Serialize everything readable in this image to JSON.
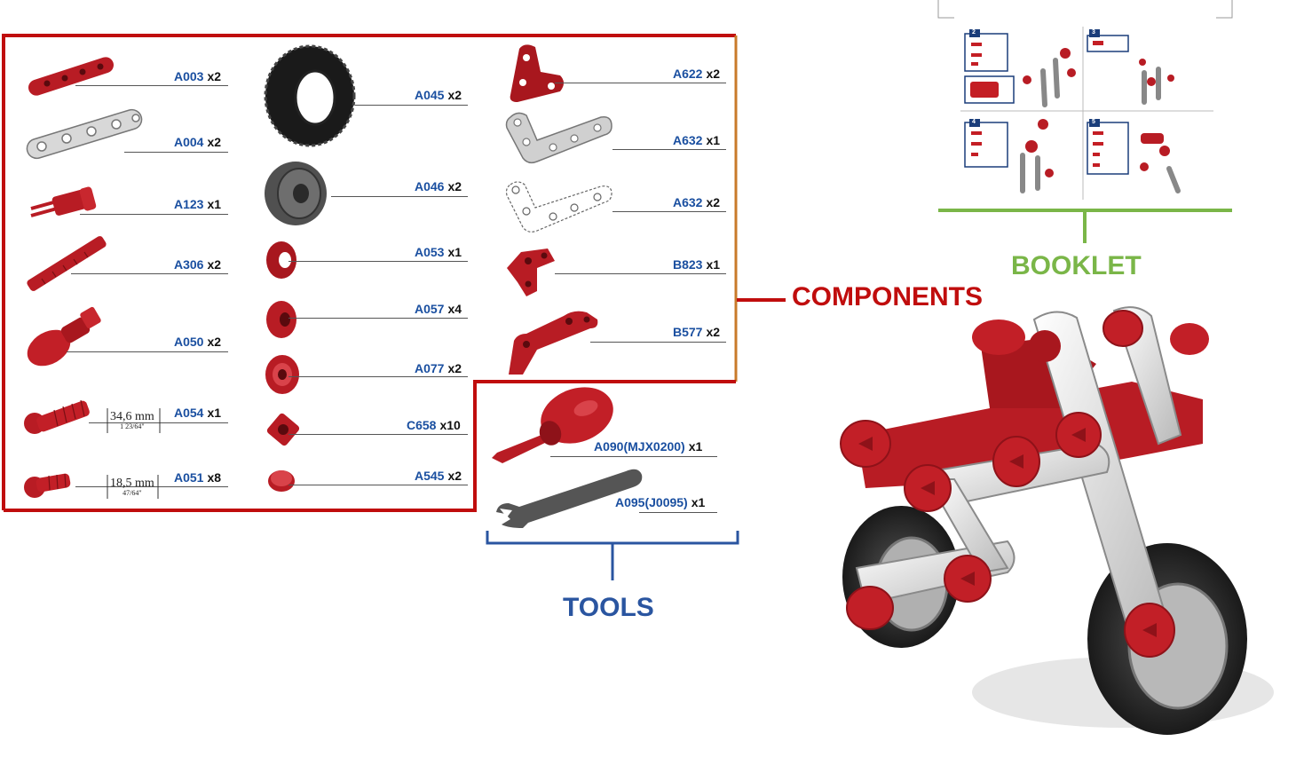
{
  "labels": {
    "components": "COMPONENTS",
    "tools": "TOOLS",
    "booklet": "BOOKLET"
  },
  "colors": {
    "components": "#c00d0d",
    "tools": "#2a55a0",
    "booklet": "#7ab648",
    "part_red": "#b81c24",
    "code_blue": "#1a4fa0"
  },
  "components": {
    "col1": [
      {
        "code": "A003",
        "qty": "x2",
        "icon": "short-strip-red"
      },
      {
        "code": "A004",
        "qty": "x2",
        "icon": "long-strip-silver"
      },
      {
        "code": "A123",
        "qty": "x1",
        "icon": "pin-red"
      },
      {
        "code": "A306",
        "qty": "x2",
        "icon": "axle-red"
      },
      {
        "code": "A050",
        "qty": "x2",
        "icon": "handle-grip-red"
      },
      {
        "code": "A054",
        "qty": "x1",
        "icon": "long-screw-red",
        "dim_main": "34,6 mm",
        "dim_sub": "1 23/64\""
      },
      {
        "code": "A051",
        "qty": "x8",
        "icon": "short-screw-red",
        "dim_main": "18,5 mm",
        "dim_sub": "47/64\""
      }
    ],
    "col2": [
      {
        "code": "A045",
        "qty": "x2",
        "icon": "tire-black"
      },
      {
        "code": "A046",
        "qty": "x2",
        "icon": "rim-grey"
      },
      {
        "code": "A053",
        "qty": "x1",
        "icon": "washer-red"
      },
      {
        "code": "A057",
        "qty": "x4",
        "icon": "spacer-red"
      },
      {
        "code": "A077",
        "qty": "x2",
        "icon": "ring-red"
      },
      {
        "code": "C658",
        "qty": "x10",
        "icon": "square-nut-red"
      },
      {
        "code": "A545",
        "qty": "x2",
        "icon": "collar-red"
      }
    ],
    "col3": [
      {
        "code": "A622",
        "qty": "x2",
        "icon": "corner-plate-red"
      },
      {
        "code": "A632",
        "qty": "x1",
        "icon": "l-strip-silver"
      },
      {
        "code": "A632",
        "qty": "x2",
        "icon": "l-strip-outline"
      },
      {
        "code": "B823",
        "qty": "x1",
        "icon": "bracket-red"
      },
      {
        "code": "B577",
        "qty": "x2",
        "icon": "angle-bracket-red"
      }
    ]
  },
  "tools": [
    {
      "code": "A090(MJX0200)",
      "qty": "x1",
      "icon": "screwdriver-red"
    },
    {
      "code": "A095(J0095)",
      "qty": "x1",
      "icon": "wrench-grey"
    }
  ],
  "booklet": {
    "steps": [
      "2",
      "3",
      "4",
      "5"
    ]
  }
}
